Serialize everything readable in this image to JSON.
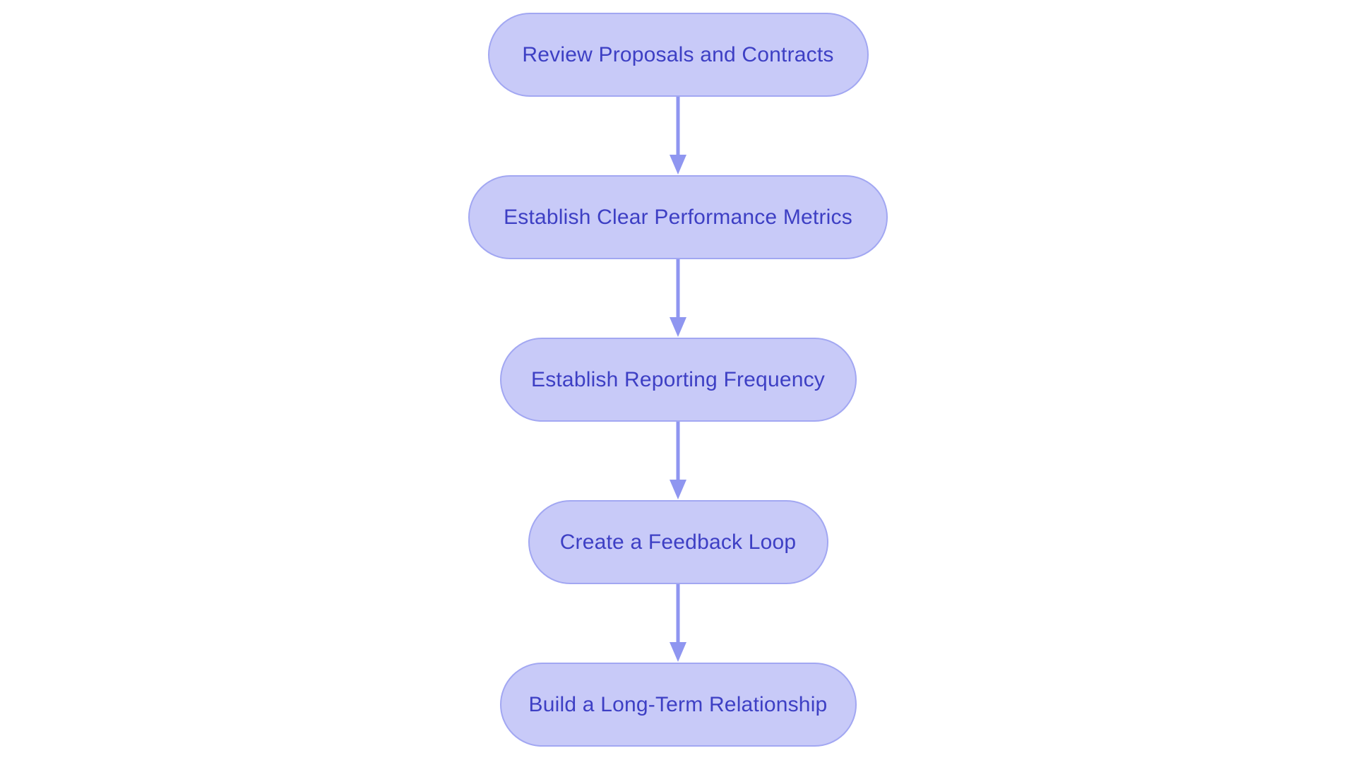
{
  "diagram": {
    "type": "flowchart",
    "direction": "top-down",
    "background_color": "#ffffff",
    "node_fill_color": "#c8caf8",
    "node_border_color": "#a2a7f2",
    "node_text_color": "#3d3fc4",
    "arrow_color": "#8f96f0",
    "nodes": [
      {
        "id": "review-proposals",
        "label": "Review Proposals and Contracts"
      },
      {
        "id": "performance-metrics",
        "label": "Establish Clear Performance Metrics"
      },
      {
        "id": "reporting-frequency",
        "label": "Establish Reporting Frequency"
      },
      {
        "id": "feedback-loop",
        "label": "Create a Feedback Loop"
      },
      {
        "id": "long-term-relationship",
        "label": "Build a Long-Term Relationship"
      }
    ],
    "edges": [
      {
        "from": "review-proposals",
        "to": "performance-metrics"
      },
      {
        "from": "performance-metrics",
        "to": "reporting-frequency"
      },
      {
        "from": "reporting-frequency",
        "to": "feedback-loop"
      },
      {
        "from": "feedback-loop",
        "to": "long-term-relationship"
      }
    ]
  }
}
